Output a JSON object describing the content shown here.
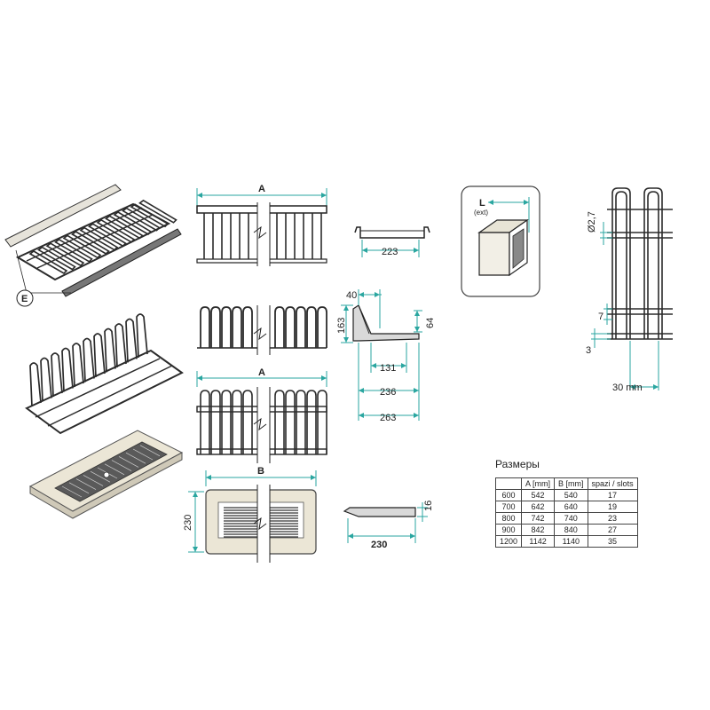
{
  "labels": {
    "e": "E",
    "a_top": "A",
    "a_mid": "A",
    "b": "B",
    "l": "L",
    "l_sub": "(ext)"
  },
  "dimensions": {
    "d223": "223",
    "d40": "40",
    "d163": "163",
    "d64": "64",
    "d131": "131",
    "d236": "236",
    "d263": "263",
    "d230_side": "230",
    "d16": "16",
    "d230_bottom": "230",
    "d27": "Ø2,7",
    "d7": "7",
    "d3": "3",
    "d30mm": "30 mm"
  },
  "sizes": {
    "title": "Размеры",
    "headers": [
      "",
      "A [mm]",
      "B [mm]",
      "spazi / slots"
    ],
    "rows": [
      [
        "600",
        "542",
        "540",
        "17"
      ],
      [
        "700",
        "642",
        "640",
        "19"
      ],
      [
        "800",
        "742",
        "740",
        "23"
      ],
      [
        "900",
        "842",
        "840",
        "27"
      ],
      [
        "1200",
        "1142",
        "1140",
        "35"
      ]
    ]
  },
  "colors": {
    "dimension_line": "#2aa6a0",
    "wire": "#2b2b2b",
    "tray": "#ebe6d6"
  }
}
